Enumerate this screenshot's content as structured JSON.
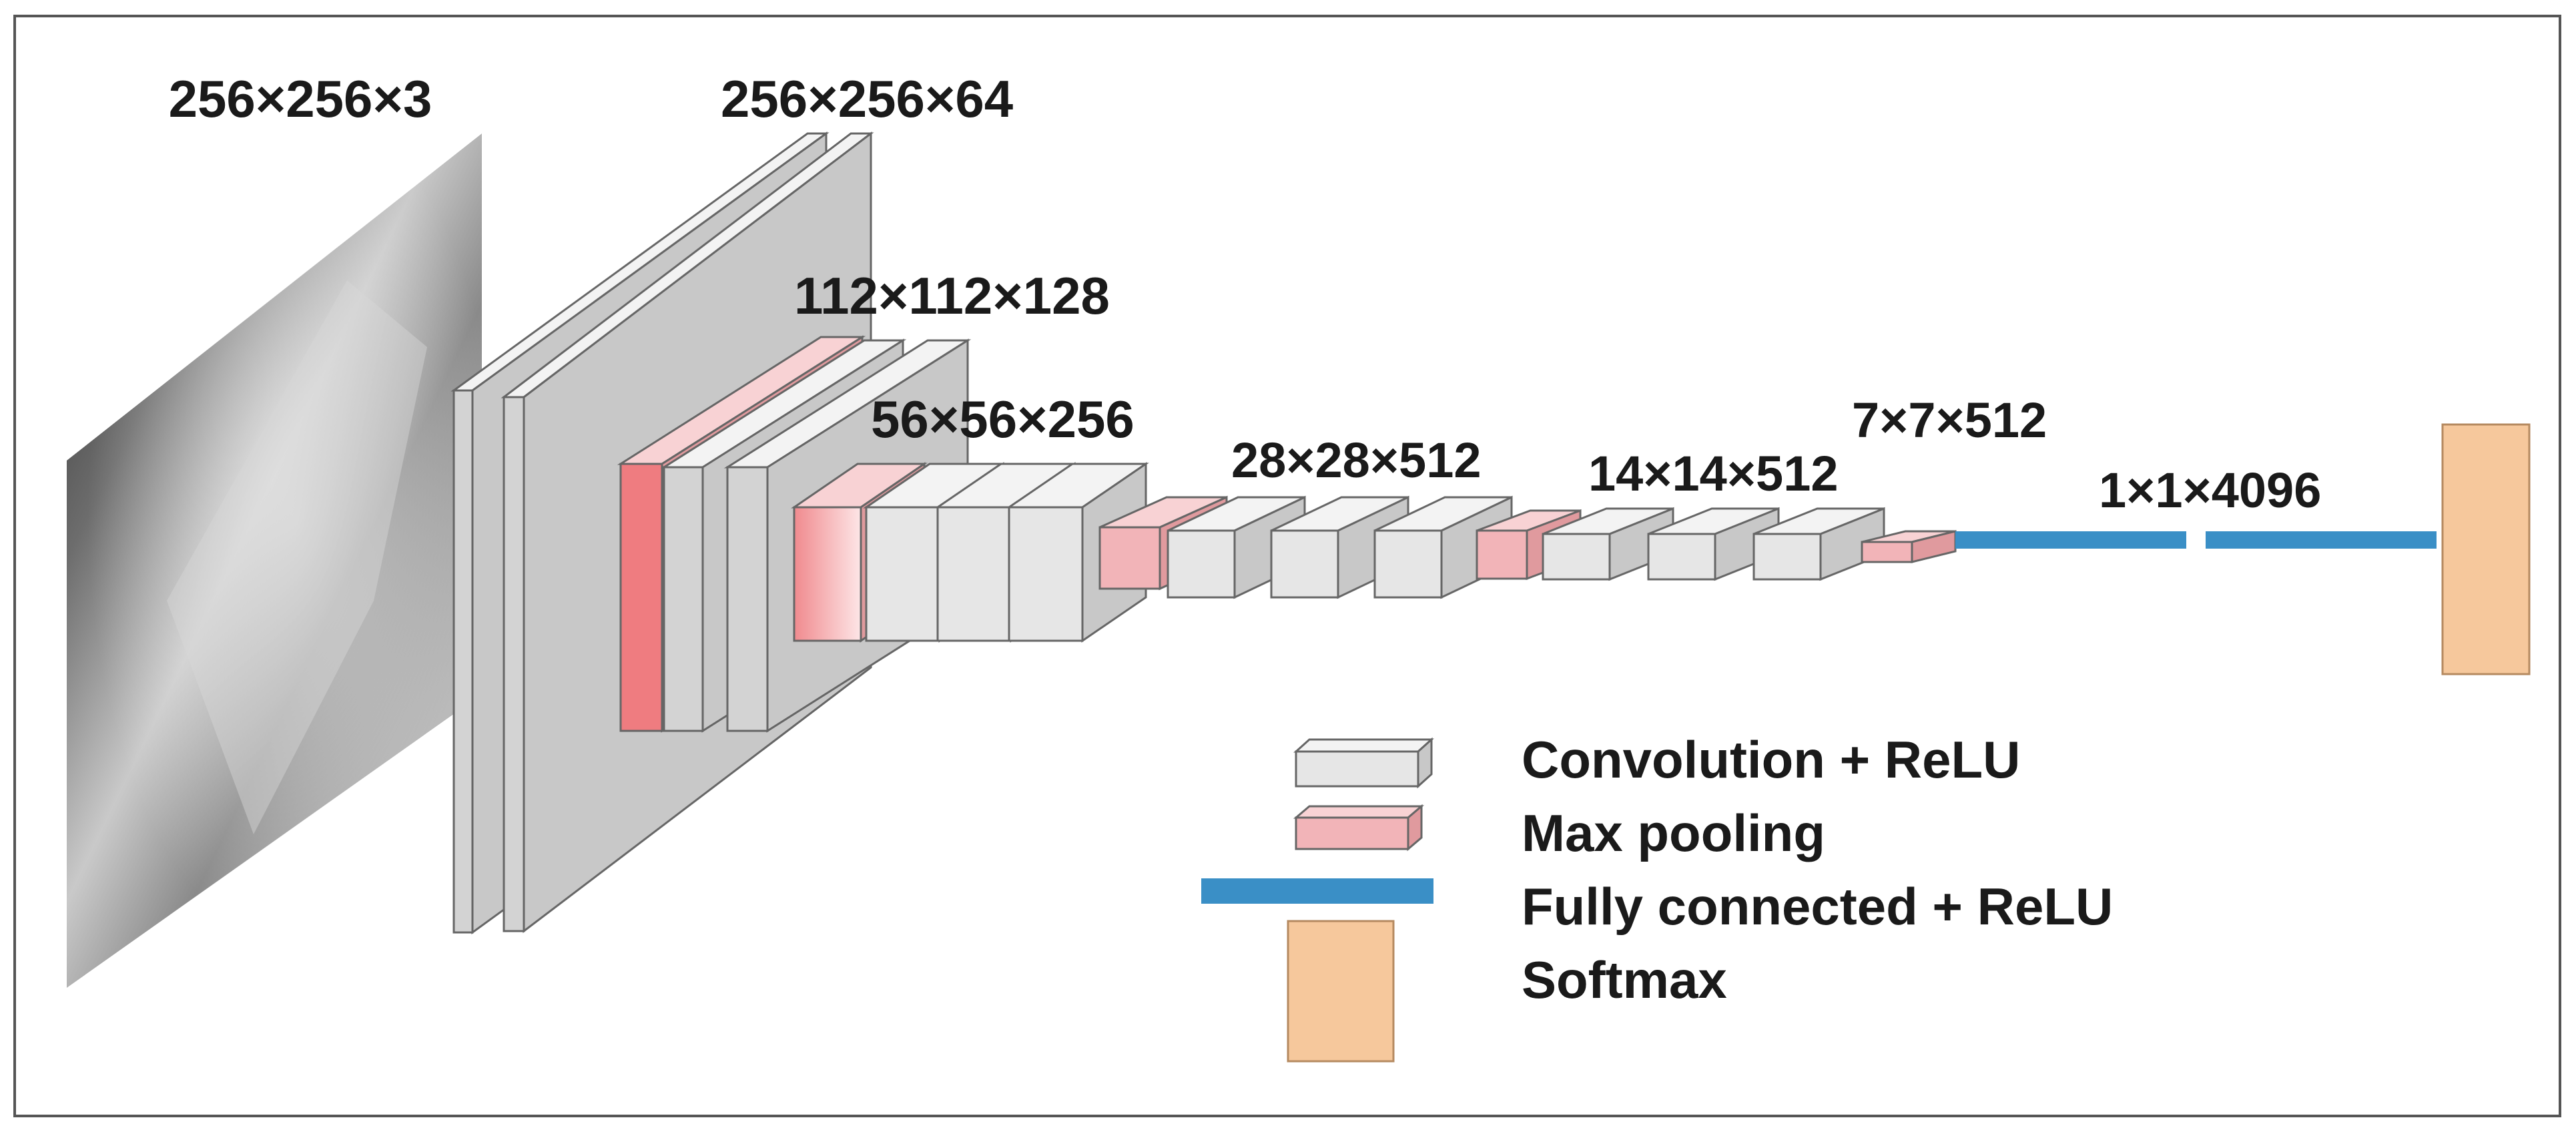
{
  "diagram": {
    "colors": {
      "conv_face": "#e6e6e6",
      "conv_big_face": "#d3d3d3",
      "conv_top": "#f3f3f3",
      "conv_side": "#c8c8c8",
      "pool_face": "#f2b4b8",
      "pool_big_face": "#ef7c80",
      "pool_top": "#f8d2d4",
      "pool_side": "#e09a9e",
      "fully_connected": "#3a8fc6",
      "softmax": "#f6c89c",
      "softmax_border": "#b58a60",
      "edge": "#666666",
      "frame_border": "#555555"
    },
    "input_image_label": "256×256×3",
    "stages": [
      {
        "label": "256×256×64"
      },
      {
        "label": "112×112×128"
      },
      {
        "label": "56×56×256"
      },
      {
        "label": "28×28×512"
      },
      {
        "label": "14×14×512"
      },
      {
        "label": "7×7×512"
      },
      {
        "label": "1×1×4096"
      }
    ],
    "legend": [
      {
        "kind": "conv",
        "label": "Convolution + ReLU"
      },
      {
        "kind": "pool",
        "label": "Max pooling"
      },
      {
        "kind": "fc",
        "label": "Fully connected + ReLU"
      },
      {
        "kind": "softmax",
        "label": "Softmax"
      }
    ]
  }
}
